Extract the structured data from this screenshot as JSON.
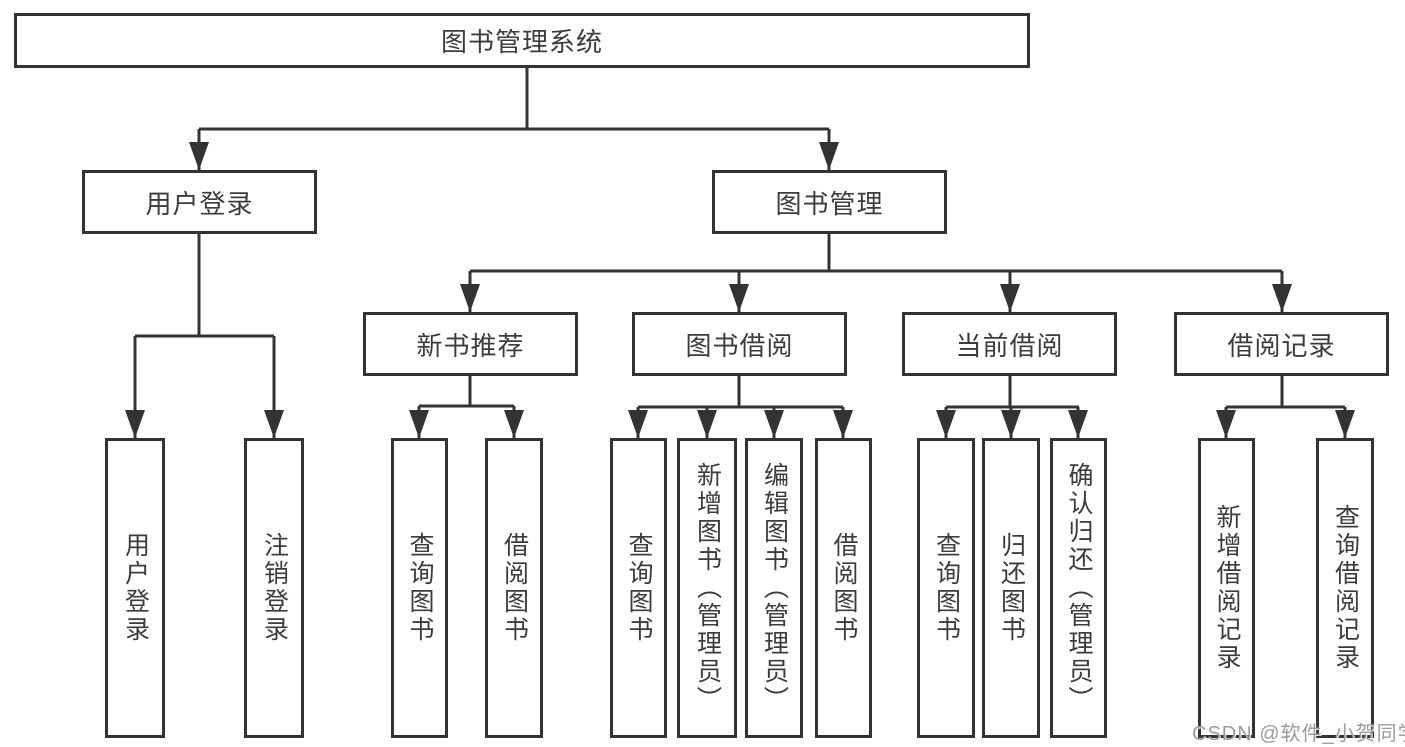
{
  "nodes": {
    "root": {
      "label": "图书管理系统"
    },
    "user_login": {
      "label": "用户登录"
    },
    "book_management": {
      "label": "图书管理"
    },
    "new_book_recommend": {
      "label": "新书推荐"
    },
    "book_borrowing": {
      "label": "图书借阅"
    },
    "current_borrowing": {
      "label": "当前借阅"
    },
    "borrowing_records": {
      "label": "借阅记录"
    },
    "ul_user_login": {
      "label": "用户登录"
    },
    "ul_logout": {
      "label": "注销登录"
    },
    "nb_query_books": {
      "label": "查询图书"
    },
    "nb_borrow_books": {
      "label": "借阅图书"
    },
    "bb_query_books": {
      "label": "查询图书"
    },
    "bb_add_books": {
      "label": "新增图书（管理员）"
    },
    "bb_edit_books": {
      "label": "编辑图书（管理员）"
    },
    "bb_borrow_books": {
      "label": "借阅图书"
    },
    "cb_query_books": {
      "label": "查询图书"
    },
    "cb_return_books": {
      "label": "归还图书"
    },
    "cb_confirm_return": {
      "label": "确认归还（管理员）"
    },
    "br_add_record": {
      "label": "新增借阅记录"
    },
    "br_query_record": {
      "label": "查询借阅记录"
    }
  },
  "watermark": {
    "text": "CSDN @软件_小贺同学"
  },
  "colors": {
    "line": "#333333",
    "text": "#3c3c3c",
    "background": "#ffffff",
    "watermark": "#9b9b9b"
  }
}
